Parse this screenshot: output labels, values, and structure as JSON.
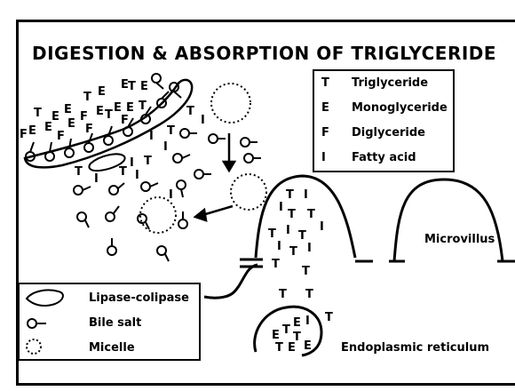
{
  "title": "DIGESTION & ABSORPTION OF TRIGLYCERIDE",
  "legend": [
    {
      "symbol": "T",
      "label": "Triglyceride"
    },
    {
      "symbol": "E",
      "label": "Monoglyceride"
    },
    {
      "symbol": "F",
      "label": "Diglyceride"
    },
    {
      "symbol": "I",
      "label": "Fatty acid"
    }
  ],
  "key": [
    {
      "icon": "lipase-colipase-icon",
      "label": "Lipase-colipase"
    },
    {
      "icon": "bile-salt-icon",
      "label": "Bile salt"
    },
    {
      "icon": "micelle-icon",
      "label": "Micelle"
    }
  ],
  "labels": {
    "microvillus": "Microvillus",
    "er": "Endoplasmic reticulum"
  },
  "glyphs": {
    "T": "T",
    "E": "E",
    "F": "F",
    "I": "I"
  }
}
